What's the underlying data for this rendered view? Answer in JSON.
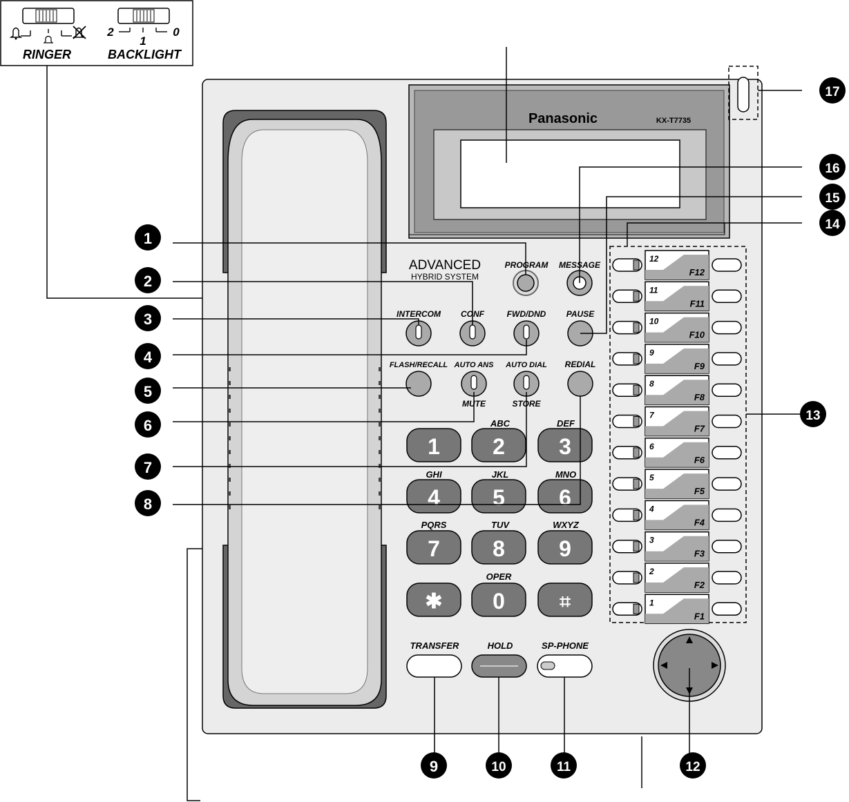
{
  "switches": {
    "ringer_label": "RINGER",
    "backlight_label": "BACKLIGHT",
    "backlight_left": "2",
    "backlight_mid": "1",
    "backlight_right": "0"
  },
  "display": {
    "brand": "Panasonic",
    "model": "KX-T7735"
  },
  "system_name": {
    "line1": "ADVANCED",
    "line2": "HYBRID SYSTEM"
  },
  "buttons": {
    "program": "PROGRAM",
    "message": "MESSAGE",
    "intercom": "INTERCOM",
    "conf": "CONF",
    "fwd_dnd": "FWD/DND",
    "pause": "PAUSE",
    "flash_recall": "FLASH/RECALL",
    "auto_ans": "AUTO ANS",
    "mute": "MUTE",
    "auto_dial": "AUTO DIAL",
    "store": "STORE",
    "redial": "REDIAL",
    "transfer": "TRANSFER",
    "hold": "HOLD",
    "sp_phone": "SP-PHONE"
  },
  "keypad": [
    {
      "digit": "1",
      "letters": ""
    },
    {
      "digit": "2",
      "letters": "ABC"
    },
    {
      "digit": "3",
      "letters": "DEF"
    },
    {
      "digit": "4",
      "letters": "GHI"
    },
    {
      "digit": "5",
      "letters": "JKL"
    },
    {
      "digit": "6",
      "letters": "MNO"
    },
    {
      "digit": "7",
      "letters": "PQRS"
    },
    {
      "digit": "8",
      "letters": "TUV"
    },
    {
      "digit": "9",
      "letters": "WXYZ"
    },
    {
      "digit": "✱",
      "letters": ""
    },
    {
      "digit": "0",
      "letters": "OPER"
    },
    {
      "digit": "⌗",
      "letters": ""
    }
  ],
  "function_keys": [
    {
      "num": "12",
      "label": "F12"
    },
    {
      "num": "11",
      "label": "F11"
    },
    {
      "num": "10",
      "label": "F10"
    },
    {
      "num": "9",
      "label": "F9"
    },
    {
      "num": "8",
      "label": "F8"
    },
    {
      "num": "7",
      "label": "F7"
    },
    {
      "num": "6",
      "label": "F6"
    },
    {
      "num": "5",
      "label": "F5"
    },
    {
      "num": "4",
      "label": "F4"
    },
    {
      "num": "3",
      "label": "F3"
    },
    {
      "num": "2",
      "label": "F2"
    },
    {
      "num": "1",
      "label": "F1"
    }
  ],
  "callouts": [
    "1",
    "2",
    "3",
    "4",
    "5",
    "6",
    "7",
    "8",
    "9",
    "10",
    "11",
    "12",
    "13",
    "14",
    "15",
    "16",
    "17"
  ]
}
